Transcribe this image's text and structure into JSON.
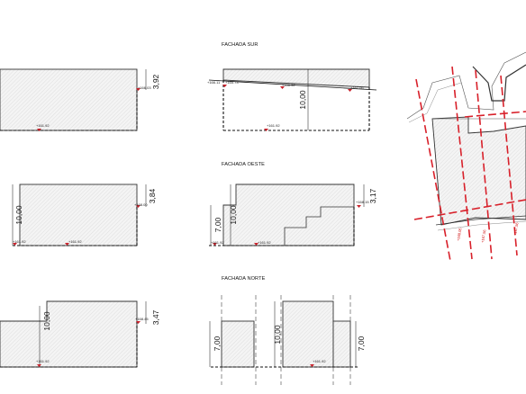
{
  "elevations": {
    "sur": {
      "title": "FACHADA SUR",
      "height_label": "10,00",
      "levels": [
        "+166.11",
        "+165.73",
        "+166.32",
        "+167.06",
        "+161.92"
      ]
    },
    "oeste": {
      "title": "FACHADA OESTE",
      "height_labels": [
        "7,00",
        "10,00",
        "3,17"
      ],
      "levels": [
        "+168.15",
        "+161.92",
        "+161.92"
      ]
    },
    "norte": {
      "title": "FACHADA NORTE",
      "height_labels": [
        "7,00",
        "10,00",
        "7,00"
      ],
      "levels": [
        "+161.92"
      ]
    }
  },
  "left_column": {
    "row1": {
      "height_label": "3,92",
      "levels": [
        "+166.03",
        "+161.92"
      ]
    },
    "row2": {
      "height_labels": [
        "10,00",
        "3,84"
      ],
      "levels": [
        "+168.00",
        "+161.92",
        "+161.92"
      ]
    },
    "row3": {
      "height_labels": [
        "10,00",
        "3,47"
      ],
      "levels": [
        "+168.45",
        "+161.92"
      ]
    }
  },
  "plan": {
    "axis_labels": [
      "+168.05",
      "+167.56",
      "+167.56"
    ]
  },
  "colors": {
    "accent_axis": "#d8202a",
    "level_marker": "#c8202a",
    "line": "#333333"
  }
}
